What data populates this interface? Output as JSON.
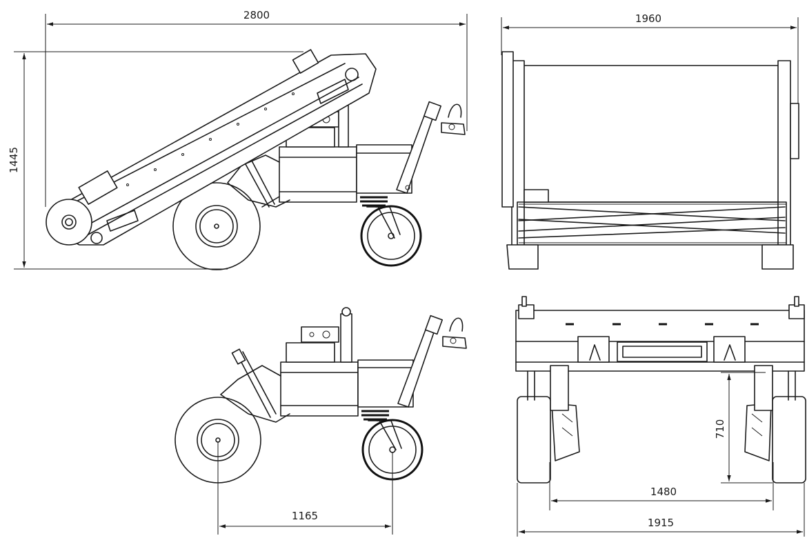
{
  "dimensions": {
    "side_length": "2800",
    "side_height": "1445",
    "front_width": "1960",
    "wheelbase": "1165",
    "rear_height": "710",
    "track_width": "1480",
    "overall_width": "1915"
  }
}
